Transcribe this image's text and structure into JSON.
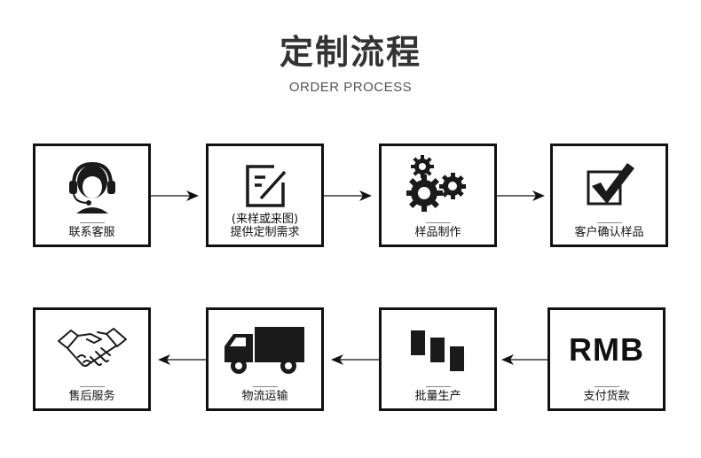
{
  "header": {
    "title": "定制流程",
    "subtitle": "ORDER PROCESS"
  },
  "steps": [
    {
      "label": "联系客服",
      "icon": "customer-service-headset-icon"
    },
    {
      "label_line1": "(来样或来图)",
      "label_line2": "提供定制需求",
      "icon": "edit-document-icon"
    },
    {
      "label": "样品制作",
      "icon": "gears-icon"
    },
    {
      "label": "客户确认样品",
      "icon": "checkbox-checked-icon"
    },
    {
      "label": "支付货款",
      "icon": "rmb-currency-icon",
      "icon_text": "RMB"
    },
    {
      "label": "批量生产",
      "icon": "production-blocks-icon"
    },
    {
      "label": "物流运输",
      "icon": "delivery-truck-icon"
    },
    {
      "label": "售后服务",
      "icon": "handshake-icon"
    }
  ],
  "colors": {
    "border": "#111111",
    "arrow": "#111111",
    "title": "#333333"
  }
}
